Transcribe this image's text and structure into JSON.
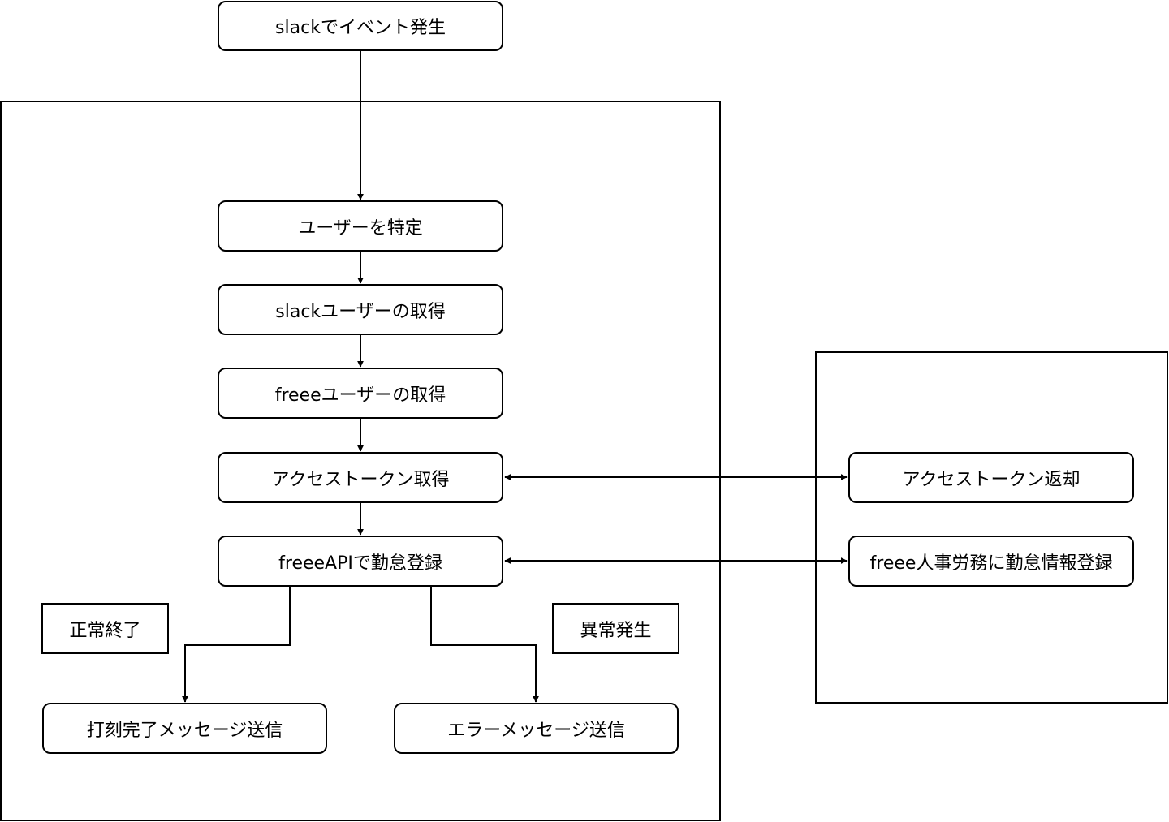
{
  "colors": {
    "stroke": "#000000",
    "background": "#ffffff",
    "text": "#000000"
  },
  "nodes": {
    "slack_event": "slackでイベント発生",
    "identify_user": "ユーザーを特定",
    "get_slack_user": "slackユーザーの取得",
    "get_freee_user": "freeeユーザーの取得",
    "get_access_token": "アクセストークン取得",
    "register_attendance_api": "freeeAPIで勤怠登録",
    "send_complete_message": "打刻完了メッセージ送信",
    "send_error_message": "エラーメッセージ送信",
    "return_access_token": "アクセストークン返却",
    "register_attendance_hr": "freee人事労務に勤怠情報登録"
  },
  "labels": {
    "normal_end": "正常終了",
    "error_occurred": "異常発生"
  }
}
